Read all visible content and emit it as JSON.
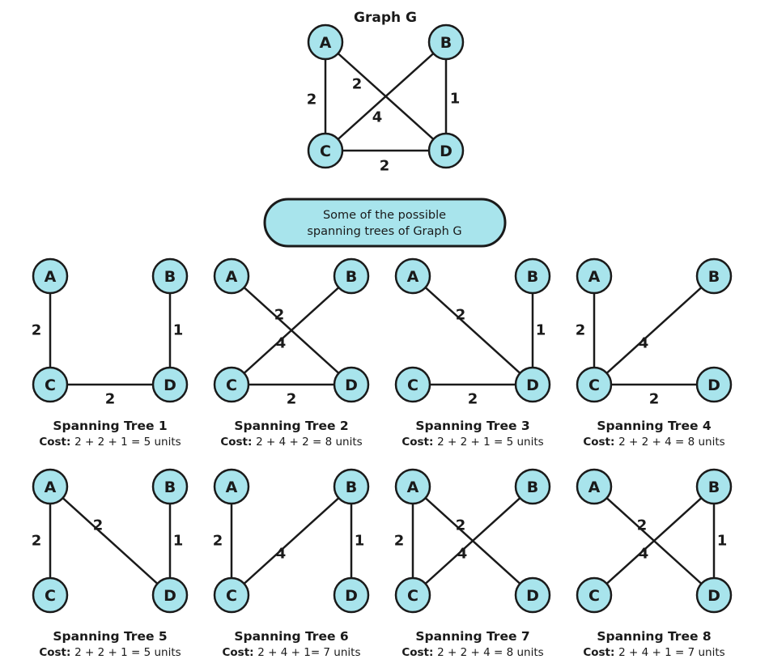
{
  "colors": {
    "node_fill": "#a8e4ec",
    "stroke": "#1a1a1a",
    "banner_fill": "#a8e4ec"
  },
  "graph": {
    "title": "Graph G",
    "nodes": [
      "A",
      "B",
      "C",
      "D"
    ],
    "edges": [
      {
        "from": "A",
        "to": "C",
        "weight": "2"
      },
      {
        "from": "A",
        "to": "D",
        "weight": "2"
      },
      {
        "from": "B",
        "to": "C",
        "weight": "4"
      },
      {
        "from": "B",
        "to": "D",
        "weight": "1"
      },
      {
        "from": "C",
        "to": "D",
        "weight": "2"
      }
    ]
  },
  "banner": {
    "line1": "Some of the possible",
    "line2": "spanning trees of Graph G"
  },
  "cost_label": "Cost:",
  "trees": [
    {
      "title": "Spanning Tree 1",
      "cost": "2 + 2 + 1 = 5 units",
      "edges": [
        {
          "from": "A",
          "to": "C",
          "weight": "2"
        },
        {
          "from": "B",
          "to": "D",
          "weight": "1"
        },
        {
          "from": "C",
          "to": "D",
          "weight": "2"
        }
      ]
    },
    {
      "title": "Spanning Tree 2",
      "cost": "2 + 4 + 2 = 8 units",
      "edges": [
        {
          "from": "A",
          "to": "D",
          "weight": "2"
        },
        {
          "from": "B",
          "to": "C",
          "weight": "4"
        },
        {
          "from": "C",
          "to": "D",
          "weight": "2"
        }
      ]
    },
    {
      "title": "Spanning Tree 3",
      "cost": "2 + 2 + 1 = 5 units",
      "edges": [
        {
          "from": "A",
          "to": "D",
          "weight": "2"
        },
        {
          "from": "B",
          "to": "D",
          "weight": "1"
        },
        {
          "from": "C",
          "to": "D",
          "weight": "2"
        }
      ]
    },
    {
      "title": "Spanning Tree 4",
      "cost": "2 + 2 + 4 = 8 units",
      "edges": [
        {
          "from": "A",
          "to": "C",
          "weight": "2"
        },
        {
          "from": "B",
          "to": "C",
          "weight": "4"
        },
        {
          "from": "C",
          "to": "D",
          "weight": "2"
        }
      ]
    },
    {
      "title": "Spanning Tree 5",
      "cost": "2 + 2 + 1 = 5 units",
      "edges": [
        {
          "from": "A",
          "to": "C",
          "weight": "2"
        },
        {
          "from": "A",
          "to": "D",
          "weight": "2"
        },
        {
          "from": "B",
          "to": "D",
          "weight": "1"
        }
      ]
    },
    {
      "title": "Spanning Tree 6",
      "cost": "2 + 4 + 1= 7 units",
      "edges": [
        {
          "from": "A",
          "to": "C",
          "weight": "2"
        },
        {
          "from": "B",
          "to": "C",
          "weight": "4"
        },
        {
          "from": "B",
          "to": "D",
          "weight": "1"
        }
      ]
    },
    {
      "title": "Spanning Tree 7",
      "cost": "2 + 2 + 4 = 8 units",
      "edges": [
        {
          "from": "A",
          "to": "C",
          "weight": "2"
        },
        {
          "from": "A",
          "to": "D",
          "weight": "2"
        },
        {
          "from": "B",
          "to": "C",
          "weight": "4"
        }
      ]
    },
    {
      "title": "Spanning Tree 8",
      "cost": "2 + 4 + 1 = 7 units",
      "edges": [
        {
          "from": "A",
          "to": "D",
          "weight": "2"
        },
        {
          "from": "B",
          "to": "C",
          "weight": "4"
        },
        {
          "from": "B",
          "to": "D",
          "weight": "1"
        }
      ]
    }
  ]
}
